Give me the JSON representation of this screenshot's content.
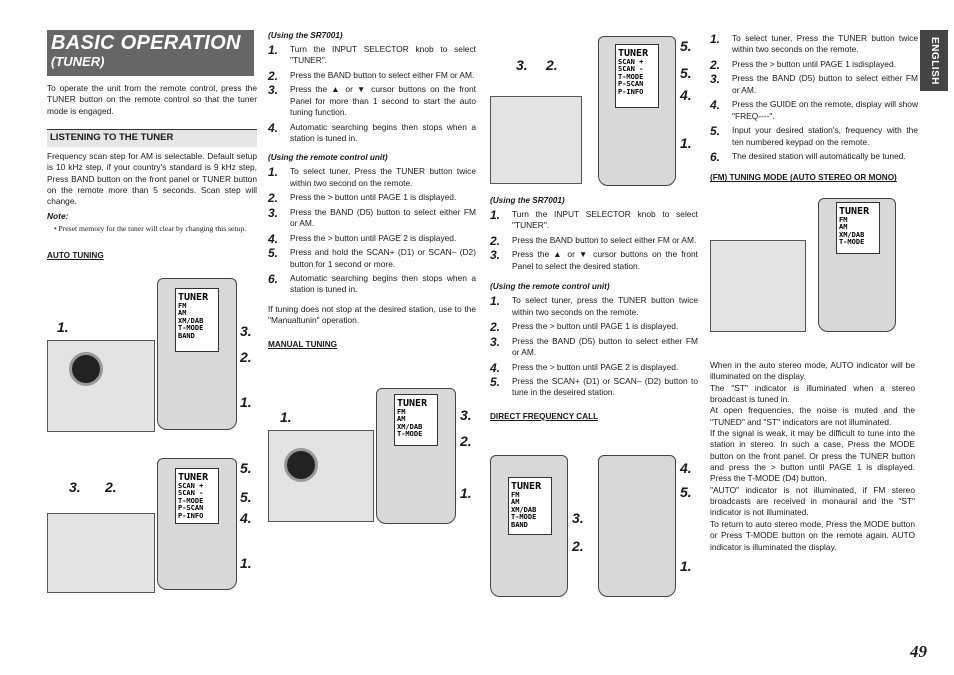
{
  "header": {
    "title": "BASIC OPERATION",
    "subtitle": "(TUNER)"
  },
  "language_tab": "ENGLISH",
  "page_number": "49",
  "intro": "To operate the unit from the remote control, press the TUNER button on the remote control so that the tuner mode is engaged.",
  "listening": {
    "heading": "LISTENING TO THE TUNER",
    "para": "Frequency scan step for AM is selectable. Default setup is 10 kHz step, if your country's standard is 9 kHz step, Press BAND button on the front panel or TUNER button on the remote more than 5 seconds. Scan step will change.",
    "note_title": "Note:",
    "note_item": "• Preset memory for the tuner will clear by changing this setup."
  },
  "auto_tuning": {
    "heading": "AUTO TUNING",
    "sr_heading": "(Using the SR7001)",
    "sr_steps": [
      "Turn the INPUT SELECTOR knob to select \"TUNER\".",
      "Press the BAND button to select either FM or AM.",
      "Press the ▲ or ▼ cursor buttons on the front Panel for more than 1 second to start the auto tuning function.",
      "Automatic searching begins then stops when a station is tuned in."
    ],
    "remote_heading": "(Using the remote control unit)",
    "remote_steps": [
      "To select tuner, Press the TUNER button twice within two second on the remote.",
      "Press the > button until PAGE 1 is displayed.",
      "Press the BAND (D5) button to select either FM or AM.",
      "Press the > button until PAGE 2 is displayed.",
      "Press and hold the SCAN+ (D1) or SCAN– (D2) button for 1 second or more.",
      "Automatic searching begins then stops when a station is tuned in."
    ],
    "footer": "If tuning does not stop at the desired station, use to the \"Manualtunin\" operation."
  },
  "manual_tuning": {
    "heading": "MANUAL TUNING",
    "sr_heading": "(Using the SR7001)",
    "sr_steps": [
      "Turn the INPUT SELECTOR knob to select \"TUNER\".",
      "Press the BAND button to select either FM or AM.",
      "Press the ▲ or ▼ cursor buttons on the front Panel to select the desired station."
    ],
    "remote_heading": "(Using the remote control unit)",
    "remote_steps": [
      "To select tuner, press the TUNER button twice within two seconds on the remote.",
      "Press the > button until PAGE 1 is displayed.",
      "Press the BAND (D5) button to select either FM or AM.",
      "Press the > button until PAGE 2 is displayed.",
      "Press the SCAN+ (D1) or SCAN– (D2) button to tune in the deseired station."
    ]
  },
  "direct_call": {
    "heading": "DIRECT FREQUENCY CALL",
    "steps": [
      "To select tuner, Press the TUNER button twice within two seconds on the remote.",
      "Press the > button until PAGE 1 isdisplayed.",
      "Press the BAND (D5) button to select either FM or AM.",
      "Press the GUIDE on the remote, display will show \"FREQ----\".",
      "Input your desired station's, frequency with the ten numbered keypad on the remote.",
      "The desired station will automatically be tuned."
    ]
  },
  "fm_mode": {
    "heading": "(FM) TUNING MODE (AUTO STEREO OR MONO)",
    "paras": [
      "When in the auto stereo mode, AUTO indicator will be illuminated on the display.",
      "The \"ST\" indicator is illuminated when a stereo broadcast is tuned in.",
      "At open frequencies, the noise is muted and the \"TUNED\" and \"ST\" indicators are not illuminated.",
      "If the signal is weak, it may be difficult to tune into the station in stereo. In such a case, Press the MODE button on the front panel. Or press the TUNER button and press the > button until PAGE 1 is displayed. Press the T-MODE (D4) button.",
      "\"AUTO\" indicator is not illuminated, if FM stereo broadcasts are received in monaural and the \"ST\" indicator is not illuminated.",
      "To return to auto stereo mode, Press the MODE button or Press T-MODE button on the remote again. AUTO indicator is illuminated the display."
    ]
  },
  "lcd_screens": {
    "page1": [
      "FM",
      "AM",
      "XM/DAB",
      "T-MODE",
      "BAND"
    ],
    "page2": [
      "SCAN +",
      "SCAN -",
      "T-MODE",
      "P-SCAN",
      "P-INFO"
    ],
    "tuner_title": "TUNER"
  },
  "step_numbers": [
    "1.",
    "2.",
    "3.",
    "4.",
    "5.",
    "6."
  ]
}
